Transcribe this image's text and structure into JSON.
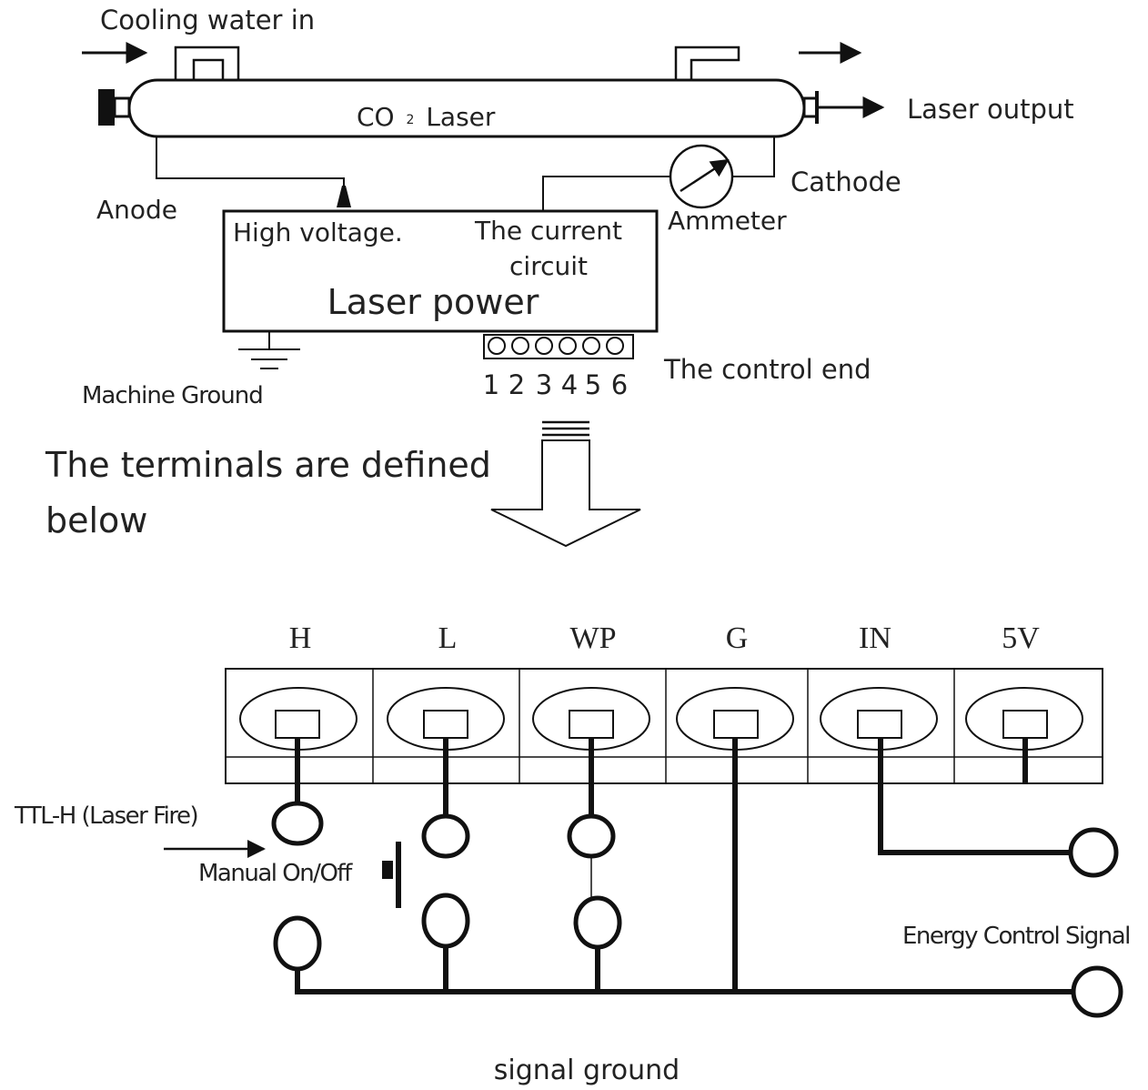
{
  "top": {
    "cooling_water_in": "Cooling water in",
    "tube_label_co": "CO",
    "tube_label_sub": "2",
    "tube_label_laser": "Laser",
    "laser_output": "Laser output",
    "anode": "Anode",
    "cathode": "Cathode",
    "ammeter": "Ammeter",
    "high_voltage": "High voltage.",
    "current_circuit_line1": "The current",
    "current_circuit_line2": "circuit",
    "laser_power": "Laser power",
    "machine_ground": "Machine Ground",
    "control_end": "The control end",
    "terminal_numbers": [
      "1",
      "2",
      "3",
      "4",
      "5",
      "6"
    ]
  },
  "middle": {
    "terminals_defined_line1": "The terminals are defined",
    "terminals_defined_line2": "below"
  },
  "bottom": {
    "terminals": [
      "H",
      "L",
      "WP",
      "G",
      "IN",
      "5V"
    ],
    "ttl_h": "TTL-H (Laser Fire)",
    "manual_on_off": "Manual On/Off",
    "energy_control_signal": "Energy Control Signal",
    "signal_ground": "signal ground"
  }
}
